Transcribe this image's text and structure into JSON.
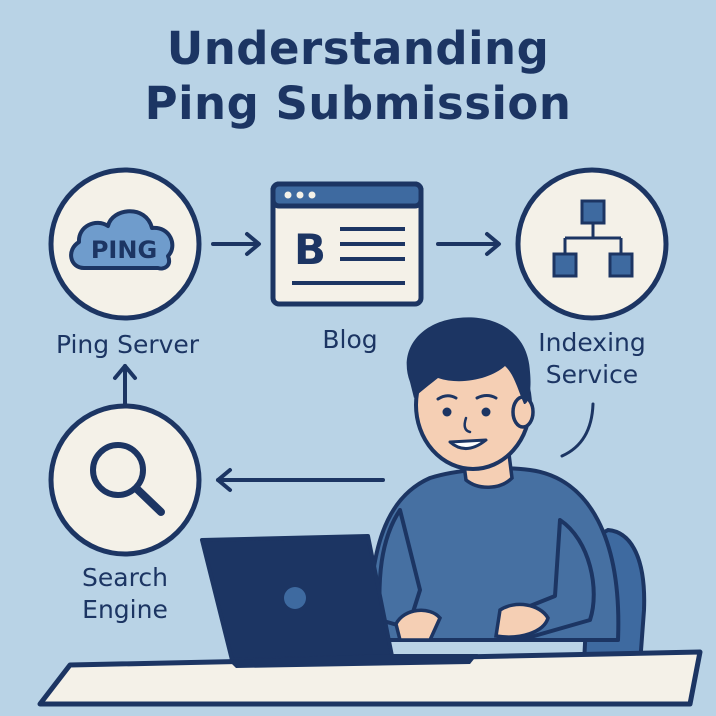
{
  "title": {
    "line1": "Understanding",
    "line2": "Ping Submission"
  },
  "nodes": {
    "ping_server": {
      "label": "Ping Server",
      "badge": "PING"
    },
    "blog": {
      "label": "Blog",
      "logo_letter": "B"
    },
    "indexing_service": {
      "label_line1": "Indexing",
      "label_line2": "Service"
    },
    "search_engine": {
      "label_line1": "Search",
      "label_line2": "Engine"
    }
  },
  "icons": [
    "cloud-icon",
    "browser-window-icon",
    "hierarchy-icon",
    "magnifier-icon",
    "laptop-icon"
  ],
  "colors": {
    "background": "#b9d3e6",
    "navy": "#1c3563",
    "circle_fill": "#f4f1e8",
    "sweater": "#4670a2",
    "skin": "#f5cfb4",
    "accent": "#4e7ab0"
  }
}
